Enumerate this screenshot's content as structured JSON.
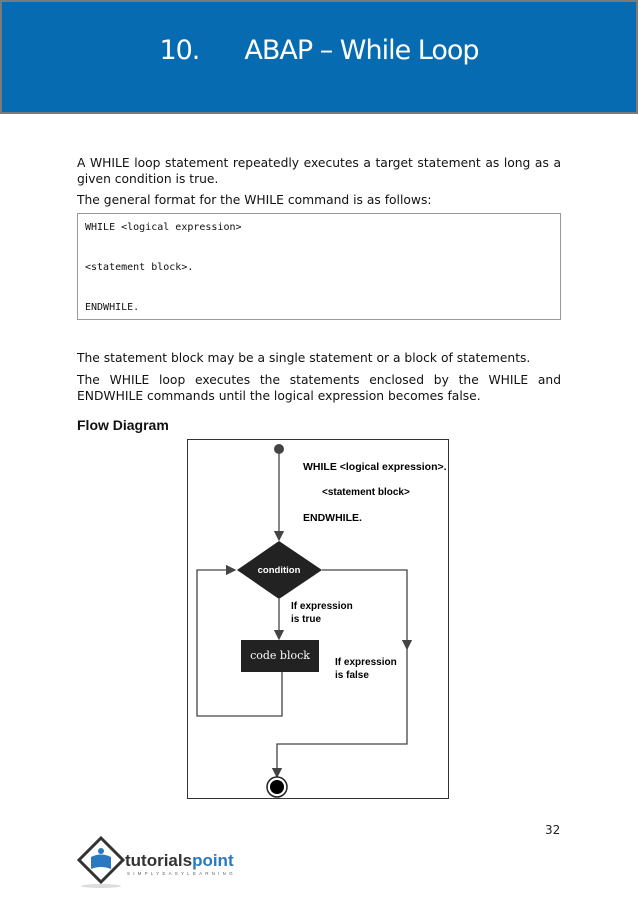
{
  "header": {
    "chapter_number": "10.",
    "title": "ABAP – While Loop",
    "background": "#066bb0"
  },
  "body": {
    "intro": "A WHILE loop statement repeatedly executes a target statement as long as a given condition is true.",
    "format_intro": "The general format for the WHILE command is as follows:",
    "code": [
      "WHILE <logical expression>",
      "<statement block>.",
      "ENDWHILE."
    ],
    "para1": "The statement block may be a single statement or a block of statements.",
    "para2": "The WHILE loop executes the statements enclosed by the WHILE and ENDWHILE commands until the logical expression becomes false."
  },
  "flow": {
    "heading": "Flow Diagram",
    "while_line": "WHILE <logical expression>.",
    "statement_line": "<statement block>",
    "endwhile_line": "ENDWHILE.",
    "condition": "condition",
    "true_label": [
      "If expression",
      "is true"
    ],
    "code_block": "code block",
    "false_label": [
      "If expression",
      "is false"
    ]
  },
  "footer": {
    "page_number": "32",
    "logo_name": "tutorialspoint",
    "logo_tagline": "SIMPLYEASYLEARNING"
  }
}
